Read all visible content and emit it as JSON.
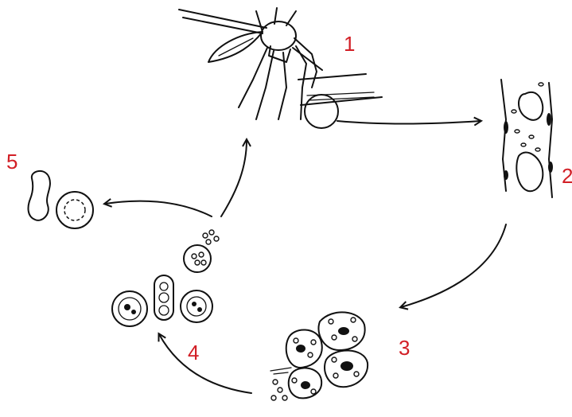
{
  "labels": {
    "stage1": "1",
    "stage2": "2",
    "stage3": "3",
    "stage4": "4",
    "stage5": "5"
  },
  "colors": {
    "label": "#d21f26",
    "ink": "#111111",
    "background": "#ffffff"
  }
}
